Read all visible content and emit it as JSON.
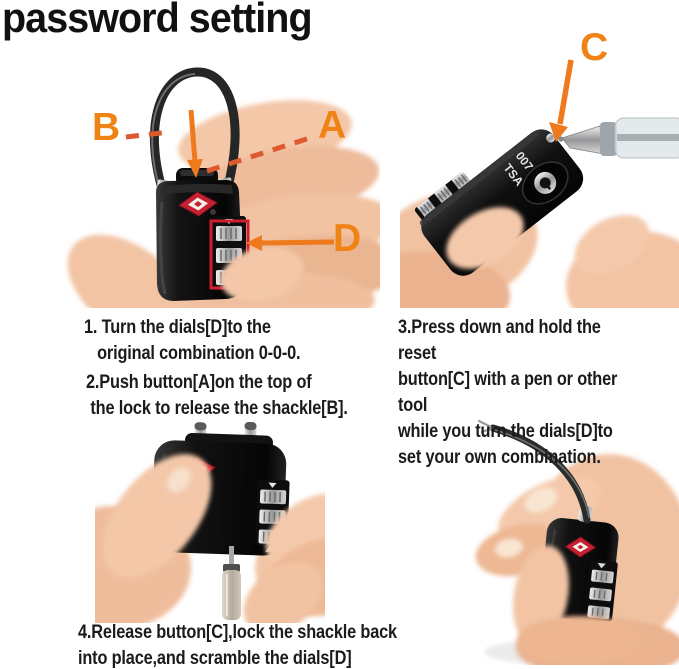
{
  "title": "password setting",
  "callouts": {
    "a": "A",
    "b": "B",
    "c": "C",
    "d": "D"
  },
  "steps": {
    "step1": "1. Turn the dials[D]to the\n   original combination 0-0-0.",
    "step2": "2.Push button[A]on the top of\n the lock to release the shackle[B].",
    "step3": "3.Press down and hold the reset\nbutton[C] with a pen or other tool\nwhile you turn the dials[D]to\nset your own combination.",
    "step4": "4.Release button[C],lock the shackle back\ninto place,and scramble the dials[D]"
  },
  "lock": {
    "brand_tsa": "TSA",
    "brand_007": "007"
  },
  "colors": {
    "callout_orange": "#EF8316",
    "arrow_orange": "#EF7A1E",
    "dash_red": "#DD5A2E",
    "highlight_red": "#CE1F2F",
    "text": "#1B1B1B",
    "background": "#FFFFFF"
  }
}
